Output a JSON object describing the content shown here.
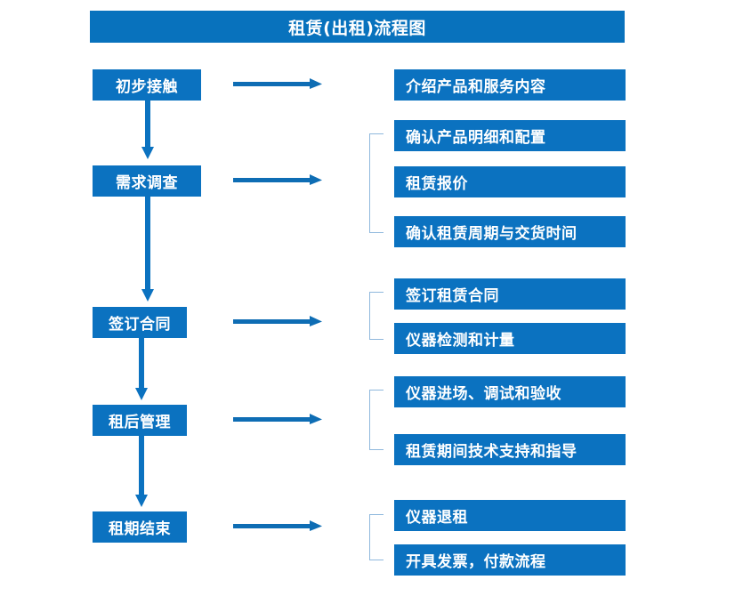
{
  "diagram": {
    "title": "租赁(出租)流程图",
    "accent_color": "#0b72c0",
    "bracket_color": "#8fb8dd",
    "text_color": "#ffffff",
    "background_color": "#ffffff"
  },
  "stages": [
    {
      "label": "初步接触"
    },
    {
      "label": "需求调查"
    },
    {
      "label": "签订合同"
    },
    {
      "label": "租后管理"
    },
    {
      "label": "租期结束"
    }
  ],
  "details": [
    {
      "label": "介绍产品和服务内容"
    },
    {
      "label": "确认产品明细和配置"
    },
    {
      "label": "租赁报价"
    },
    {
      "label": "确认租赁周期与交货时间"
    },
    {
      "label": "签订租赁合同"
    },
    {
      "label": "仪器检测和计量"
    },
    {
      "label": "仪器进场、调试和验收"
    },
    {
      "label": "租赁期间技术支持和指导"
    },
    {
      "label": "仪器退租"
    },
    {
      "label": "开具发票，付款流程"
    }
  ],
  "connectors": {
    "horizontal_arrow_count": 5,
    "vertical_arrow_count": 4,
    "bracket_count": 4
  }
}
